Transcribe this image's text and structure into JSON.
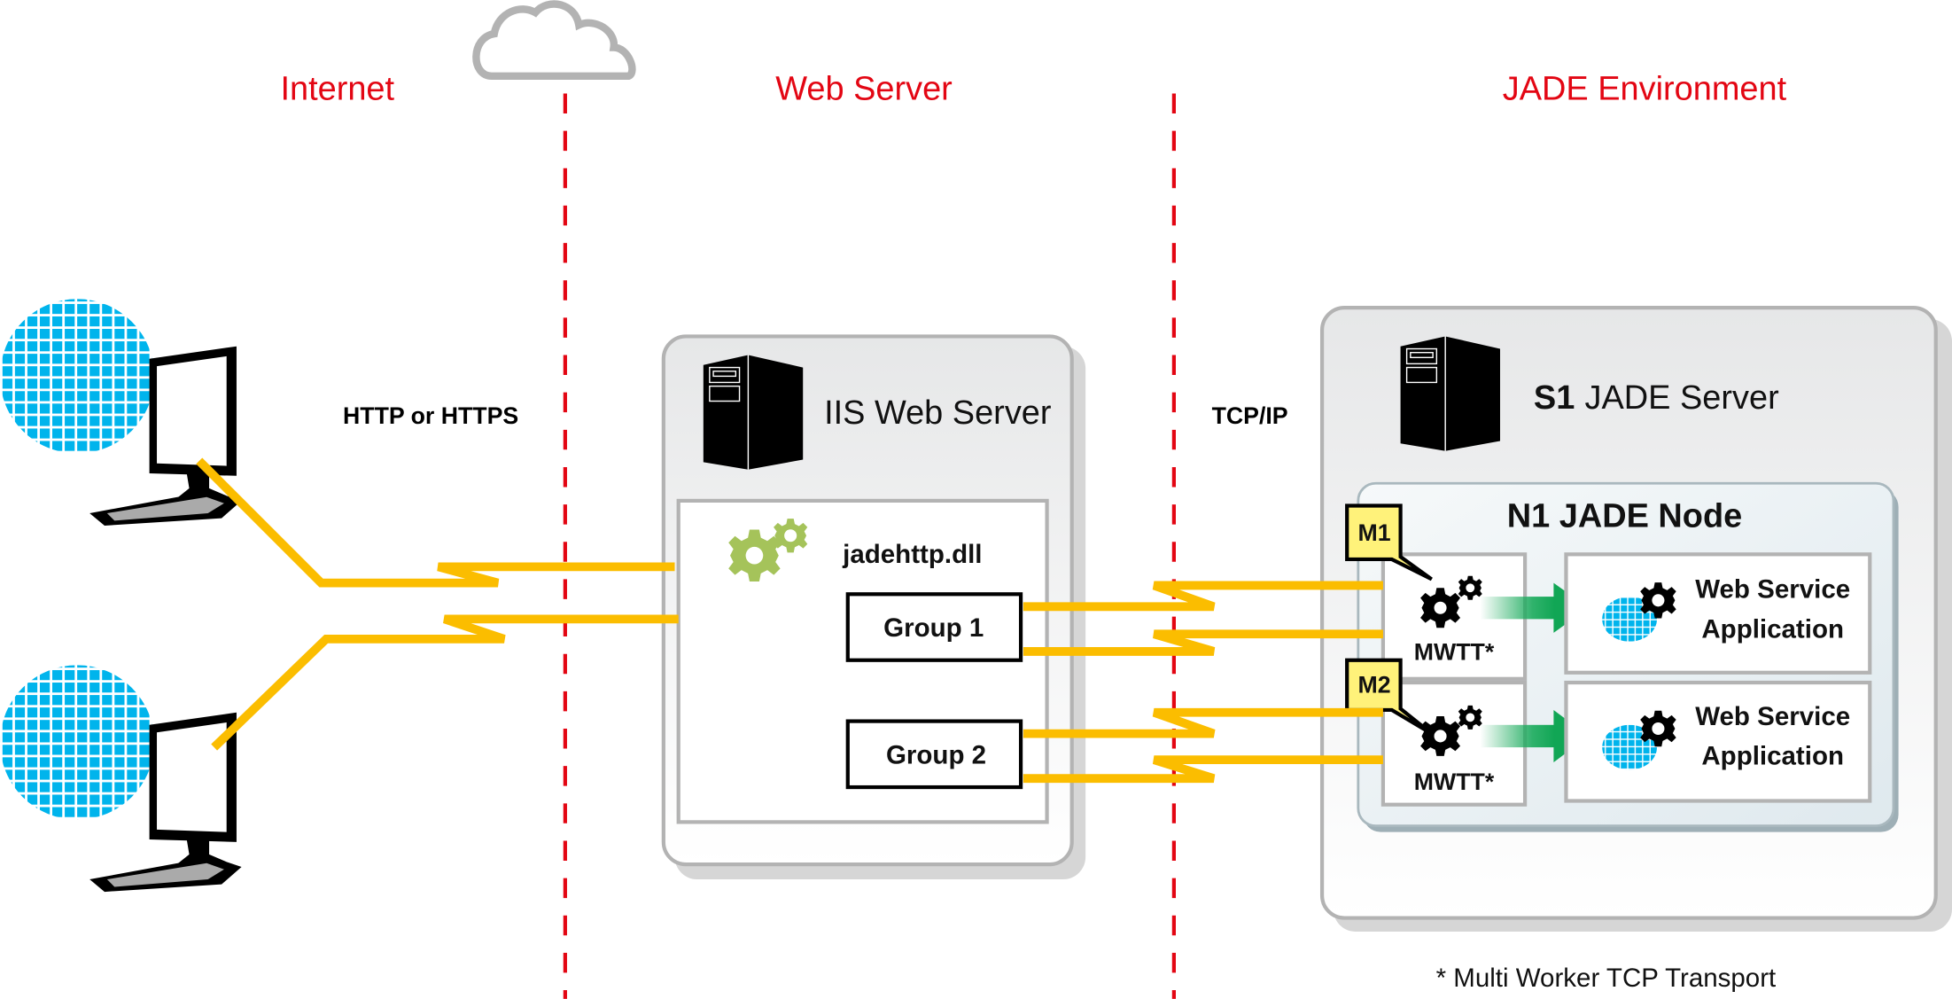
{
  "zones": {
    "internet": "Internet",
    "web_server": "Web Server",
    "jade_environment": "JADE Environment"
  },
  "protocols": {
    "client_to_web": "HTTP or HTTPS",
    "web_to_jade": "TCP/IP"
  },
  "iis": {
    "title": "IIS Web Server",
    "module": "jadehttp.dll",
    "groups": [
      "Group 1",
      "Group 2"
    ]
  },
  "jade_server": {
    "id": "S1",
    "title": "JADE Server",
    "node": {
      "title": "N1 JADE Node",
      "workers": [
        {
          "callout": "M1",
          "label": "MWTT*",
          "app_line1": "Web Service",
          "app_line2": "Application"
        },
        {
          "callout": "M2",
          "label": "MWTT*",
          "app_line1": "Web Service",
          "app_line2": "Application"
        }
      ]
    }
  },
  "footnote": "* Multi Worker TCP Transport",
  "colors": {
    "zone_label": "#e30613",
    "link": "#fbbd00",
    "globe": "#00b4ec",
    "gear_green": "#a5c35a",
    "arrow_green": "#1aab5c",
    "callout": "#fff27a"
  }
}
